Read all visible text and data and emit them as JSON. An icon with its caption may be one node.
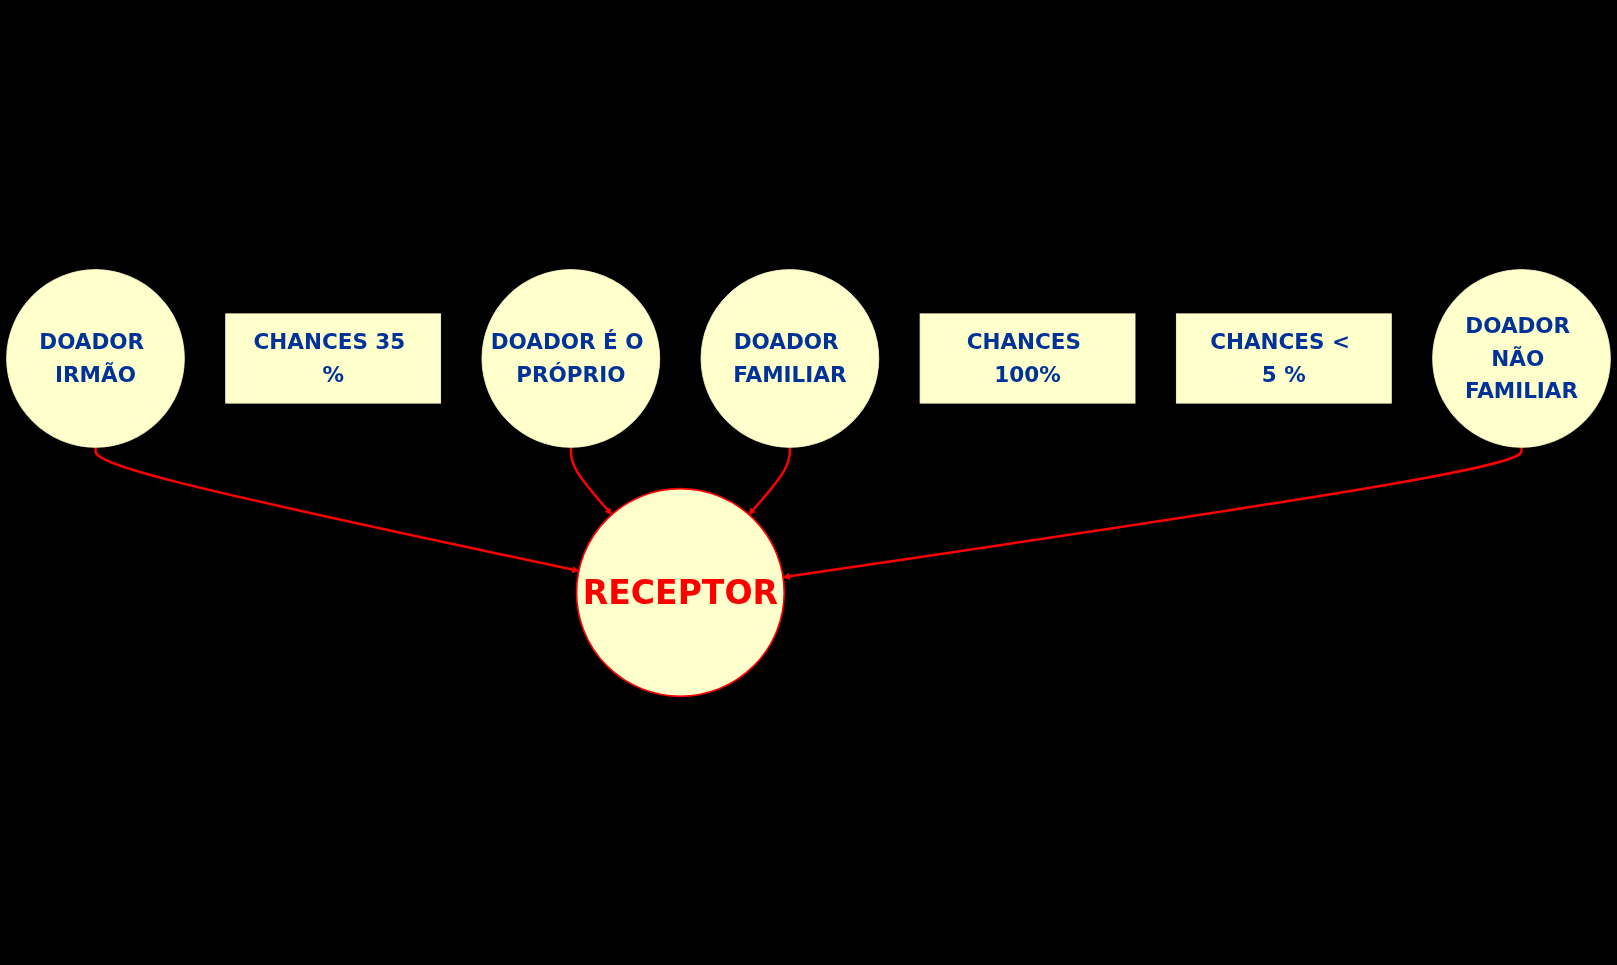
{
  "diagram": {
    "nodes": [
      {
        "text": [
          "DOADOR IRMÃO"
        ]
      },
      {
        "text": [
          "CHANCES 35 %"
        ]
      },
      {
        "text": [
          "RECEPTOR"
        ]
      },
      {
        "text": [
          "DOADOR É O PRÓPRIO"
        ]
      },
      {
        "text": [
          "DOADOR FAMILIAR"
        ]
      },
      {
        "text": [
          "CHANCES 100%"
        ]
      },
      {
        "text": [
          "CHANCES < 5 %"
        ]
      },
      {
        "text": [
          "DOADOR NÃO FAMILIAR"
        ]
      }
    ],
    "edges": [
      {
        "from": 0,
        "to": 2,
        "arrow": "to"
      },
      {
        "from": 3,
        "to": 2,
        "arrow": "to"
      },
      {
        "from": 4,
        "to": 2,
        "arrow": "to"
      },
      {
        "from": 7,
        "to": 2,
        "arrow": "to"
      }
    ]
  }
}
